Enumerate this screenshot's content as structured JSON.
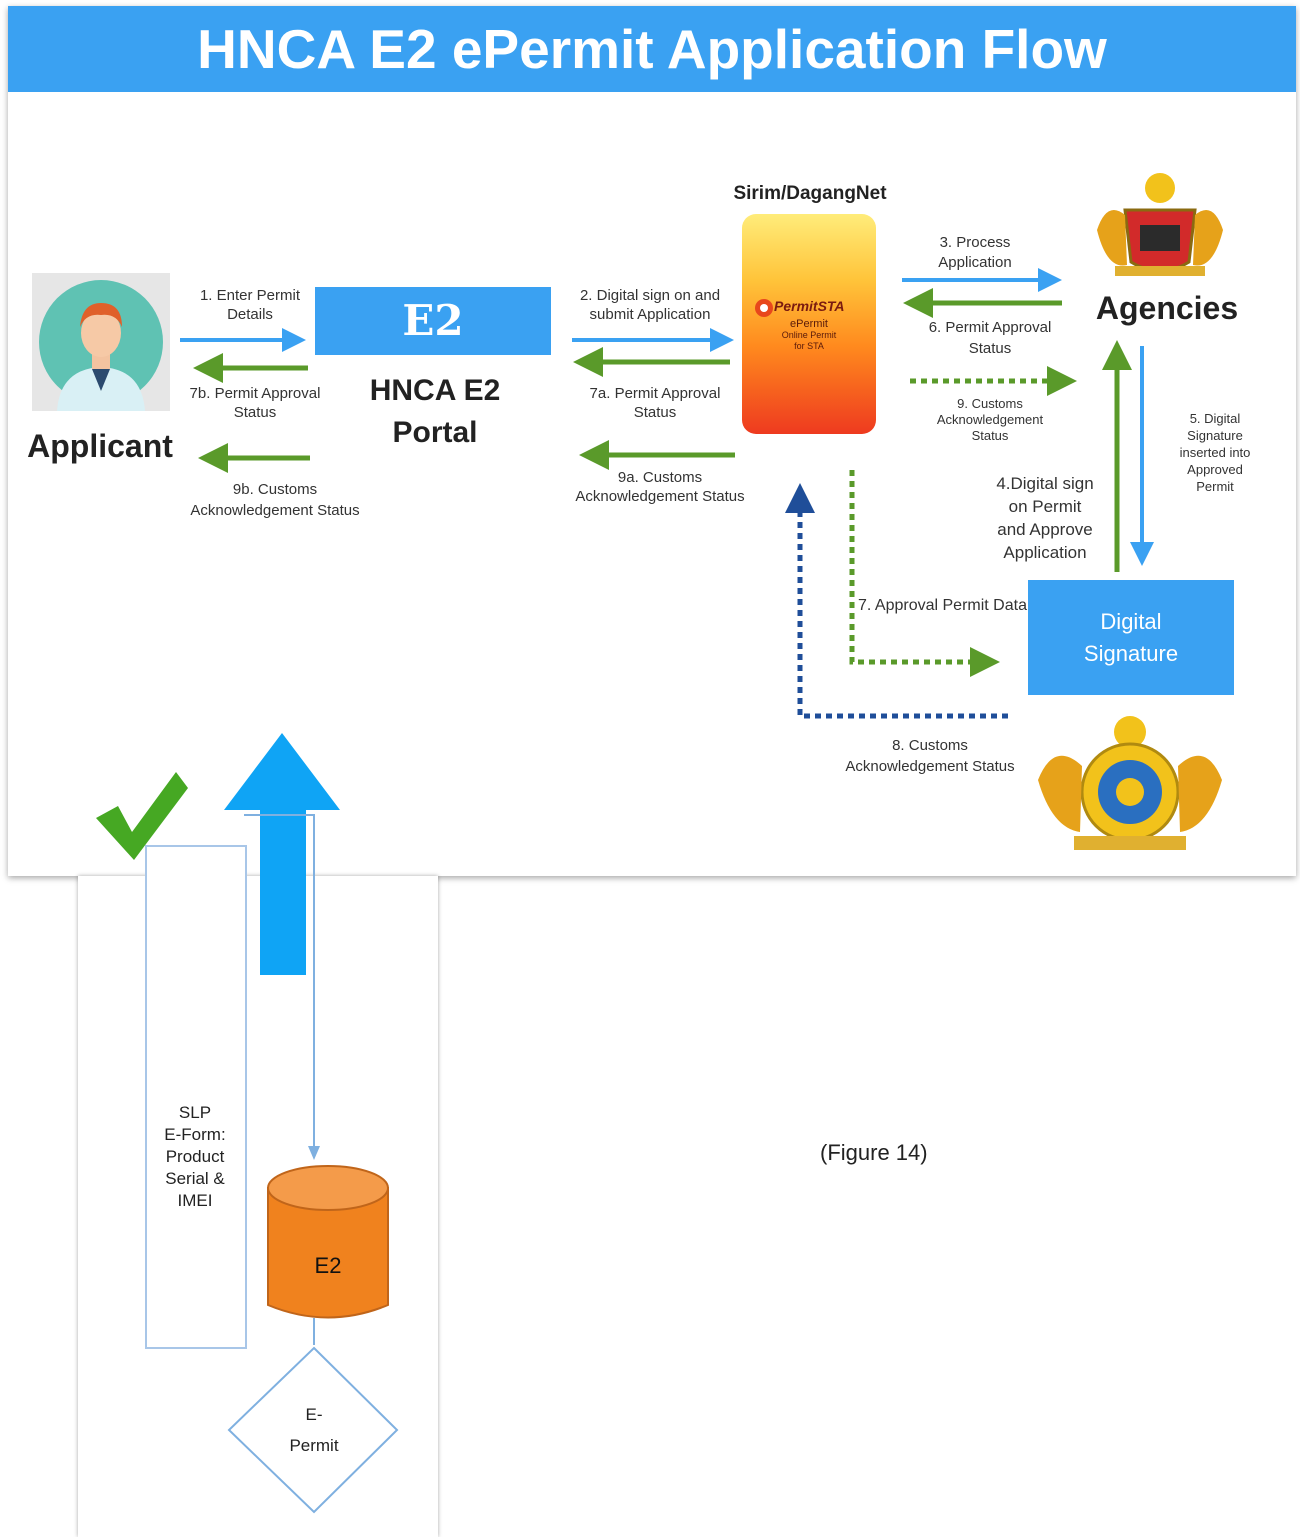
{
  "title": "HNCA E2 ePermit Application Flow",
  "nodes": {
    "applicant": "Applicant",
    "e2_box": "E2",
    "portal_line1": "HNCA E2",
    "portal_line2": "Portal",
    "sirim": "Sirim/DagangNet",
    "permit_logo": "PermitSTA",
    "permit_sub1": "ePermit",
    "permit_sub2": "Online Permit",
    "permit_sub3": "for STA",
    "agencies": "Agencies",
    "digital_signature_1": "Digital",
    "digital_signature_2": "Signature"
  },
  "flows": {
    "f1a": "1. Enter Permit",
    "f1b": "Details",
    "f7b_a": "7b. Permit Approval",
    "f7b_b": "Status",
    "f9b_a": "9b. Customs",
    "f9b_b": "Acknowledgement Status",
    "f2a": "2. Digital sign on and",
    "f2b": "submit Application",
    "f7a_a": "7a. Permit Approval",
    "f7a_b": "Status",
    "f9a_a": "9a. Customs",
    "f9a_b": "Acknowledgement Status",
    "f3a": "3. Process",
    "f3b": "Application",
    "f6a": "6. Permit Approval",
    "f6b": "Status",
    "f9a": "9. Customs",
    "f9b": "Acknowledgement",
    "f9c": "Status",
    "f5a": "5. Digital",
    "f5b": "Signature",
    "f5c": "inserted into",
    "f5d": "Approved",
    "f5e": "Permit",
    "f4a": "4.Digital sign",
    "f4b": "on Permit",
    "f4c": "and Approve",
    "f4d": "Application",
    "f7": "7. Approval Permit Data",
    "f8a": "8. Customs",
    "f8b": "Acknowledgement Status"
  },
  "lower": {
    "slp1": "SLP",
    "slp2": "E-Form:",
    "slp3": "Product",
    "slp4": "Serial &",
    "slp5": "IMEI",
    "db": "E2",
    "epermit1": "E-",
    "epermit2": "Permit",
    "figure": "(Figure 14)"
  },
  "colors": {
    "blue": "#3aa1f2",
    "green": "#5a9a2a",
    "navy_dots": "#1f4e99",
    "orange": "#f0821e"
  }
}
